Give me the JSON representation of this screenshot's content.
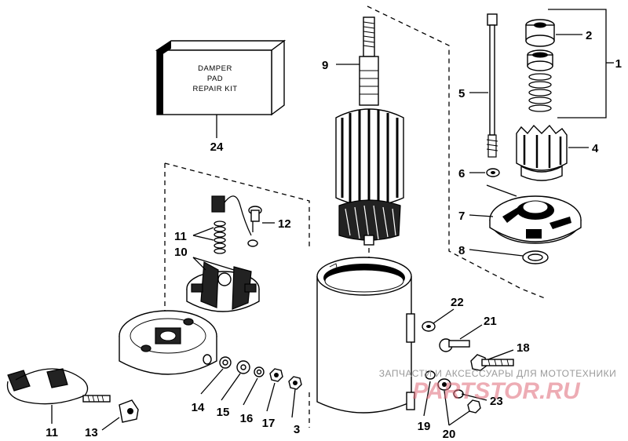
{
  "kit_box": {
    "line1": "DAMPER",
    "line2": "PAD",
    "line3": "REPAIR KIT"
  },
  "callouts": {
    "c1": "1",
    "c2": "2",
    "c3": "3",
    "c4": "4",
    "c5": "5",
    "c6": "6",
    "c7": "7",
    "c8": "8",
    "c9": "9",
    "c10": "10",
    "c11a": "11",
    "c11b": "11",
    "c12": "12",
    "c13": "13",
    "c14": "14",
    "c15": "15",
    "c16": "16",
    "c17": "17",
    "c18": "18",
    "c19": "19",
    "c20": "20",
    "c21": "21",
    "c22": "22",
    "c23": "23",
    "c24": "24"
  },
  "watermark": {
    "caption": "ЗАПЧАСТИ И АКСЕССУАРЫ ДЛЯ МОТОТЕХНИКИ",
    "brand": "PARTSTOR.RU"
  }
}
